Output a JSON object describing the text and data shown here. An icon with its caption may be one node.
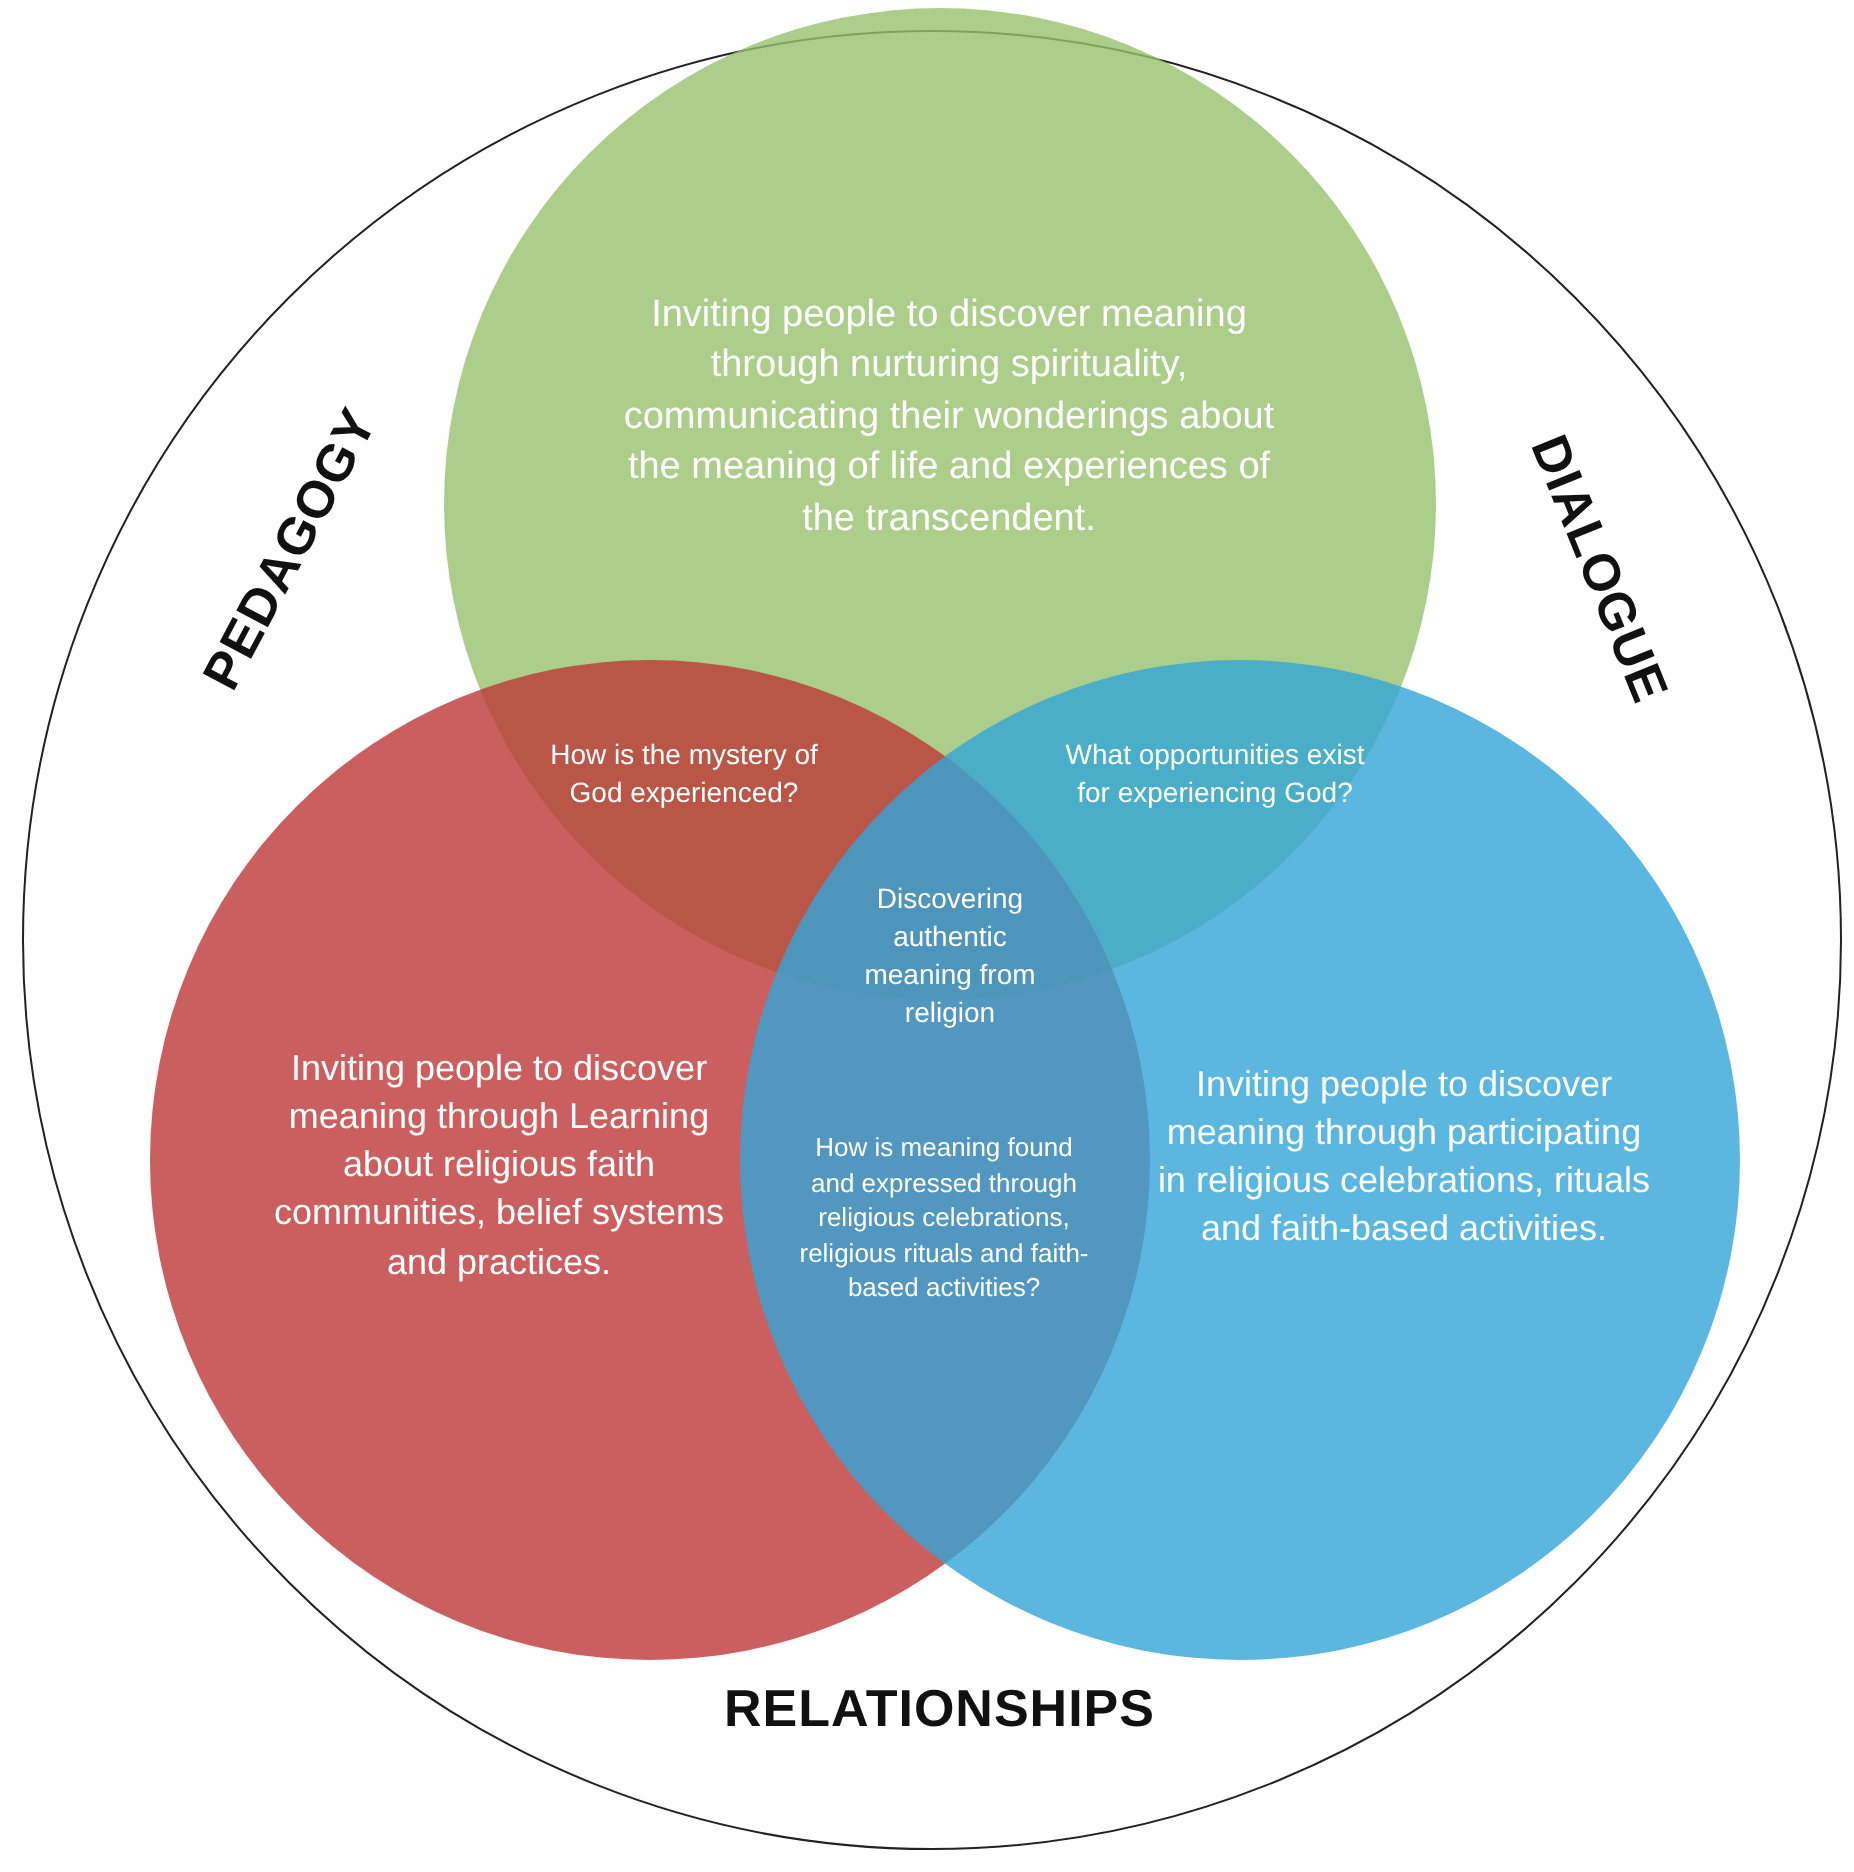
{
  "diagram": {
    "nodes": [
      {
        "text": [
          "PEDAGOGY",
          "DIALOGUE",
          "RELATIONSHIPS"
        ]
      },
      {
        "text": [
          "Inviting people to discover meaning through nurturing spirituality, communicating their wonderings about the meaning of life and experiences of the transcendent."
        ],
        "in": 0
      },
      {
        "text": [
          "Inviting people to discover meaning through Learning about religious faith communities, belief systems and practices."
        ],
        "in": 0
      },
      {
        "text": [
          "Inviting people to discover meaning through participating in religious celebrations, rituals and faith-based activities."
        ],
        "in": 0
      }
    ],
    "labels": [
      "How is the mystery of God experienced?",
      "What opportunities exist for experiencing God?",
      "Discovering authentic meaning from religion",
      "How is meaning found and expressed through religious celebrations, religious rituals and faith-based activities?"
    ]
  }
}
